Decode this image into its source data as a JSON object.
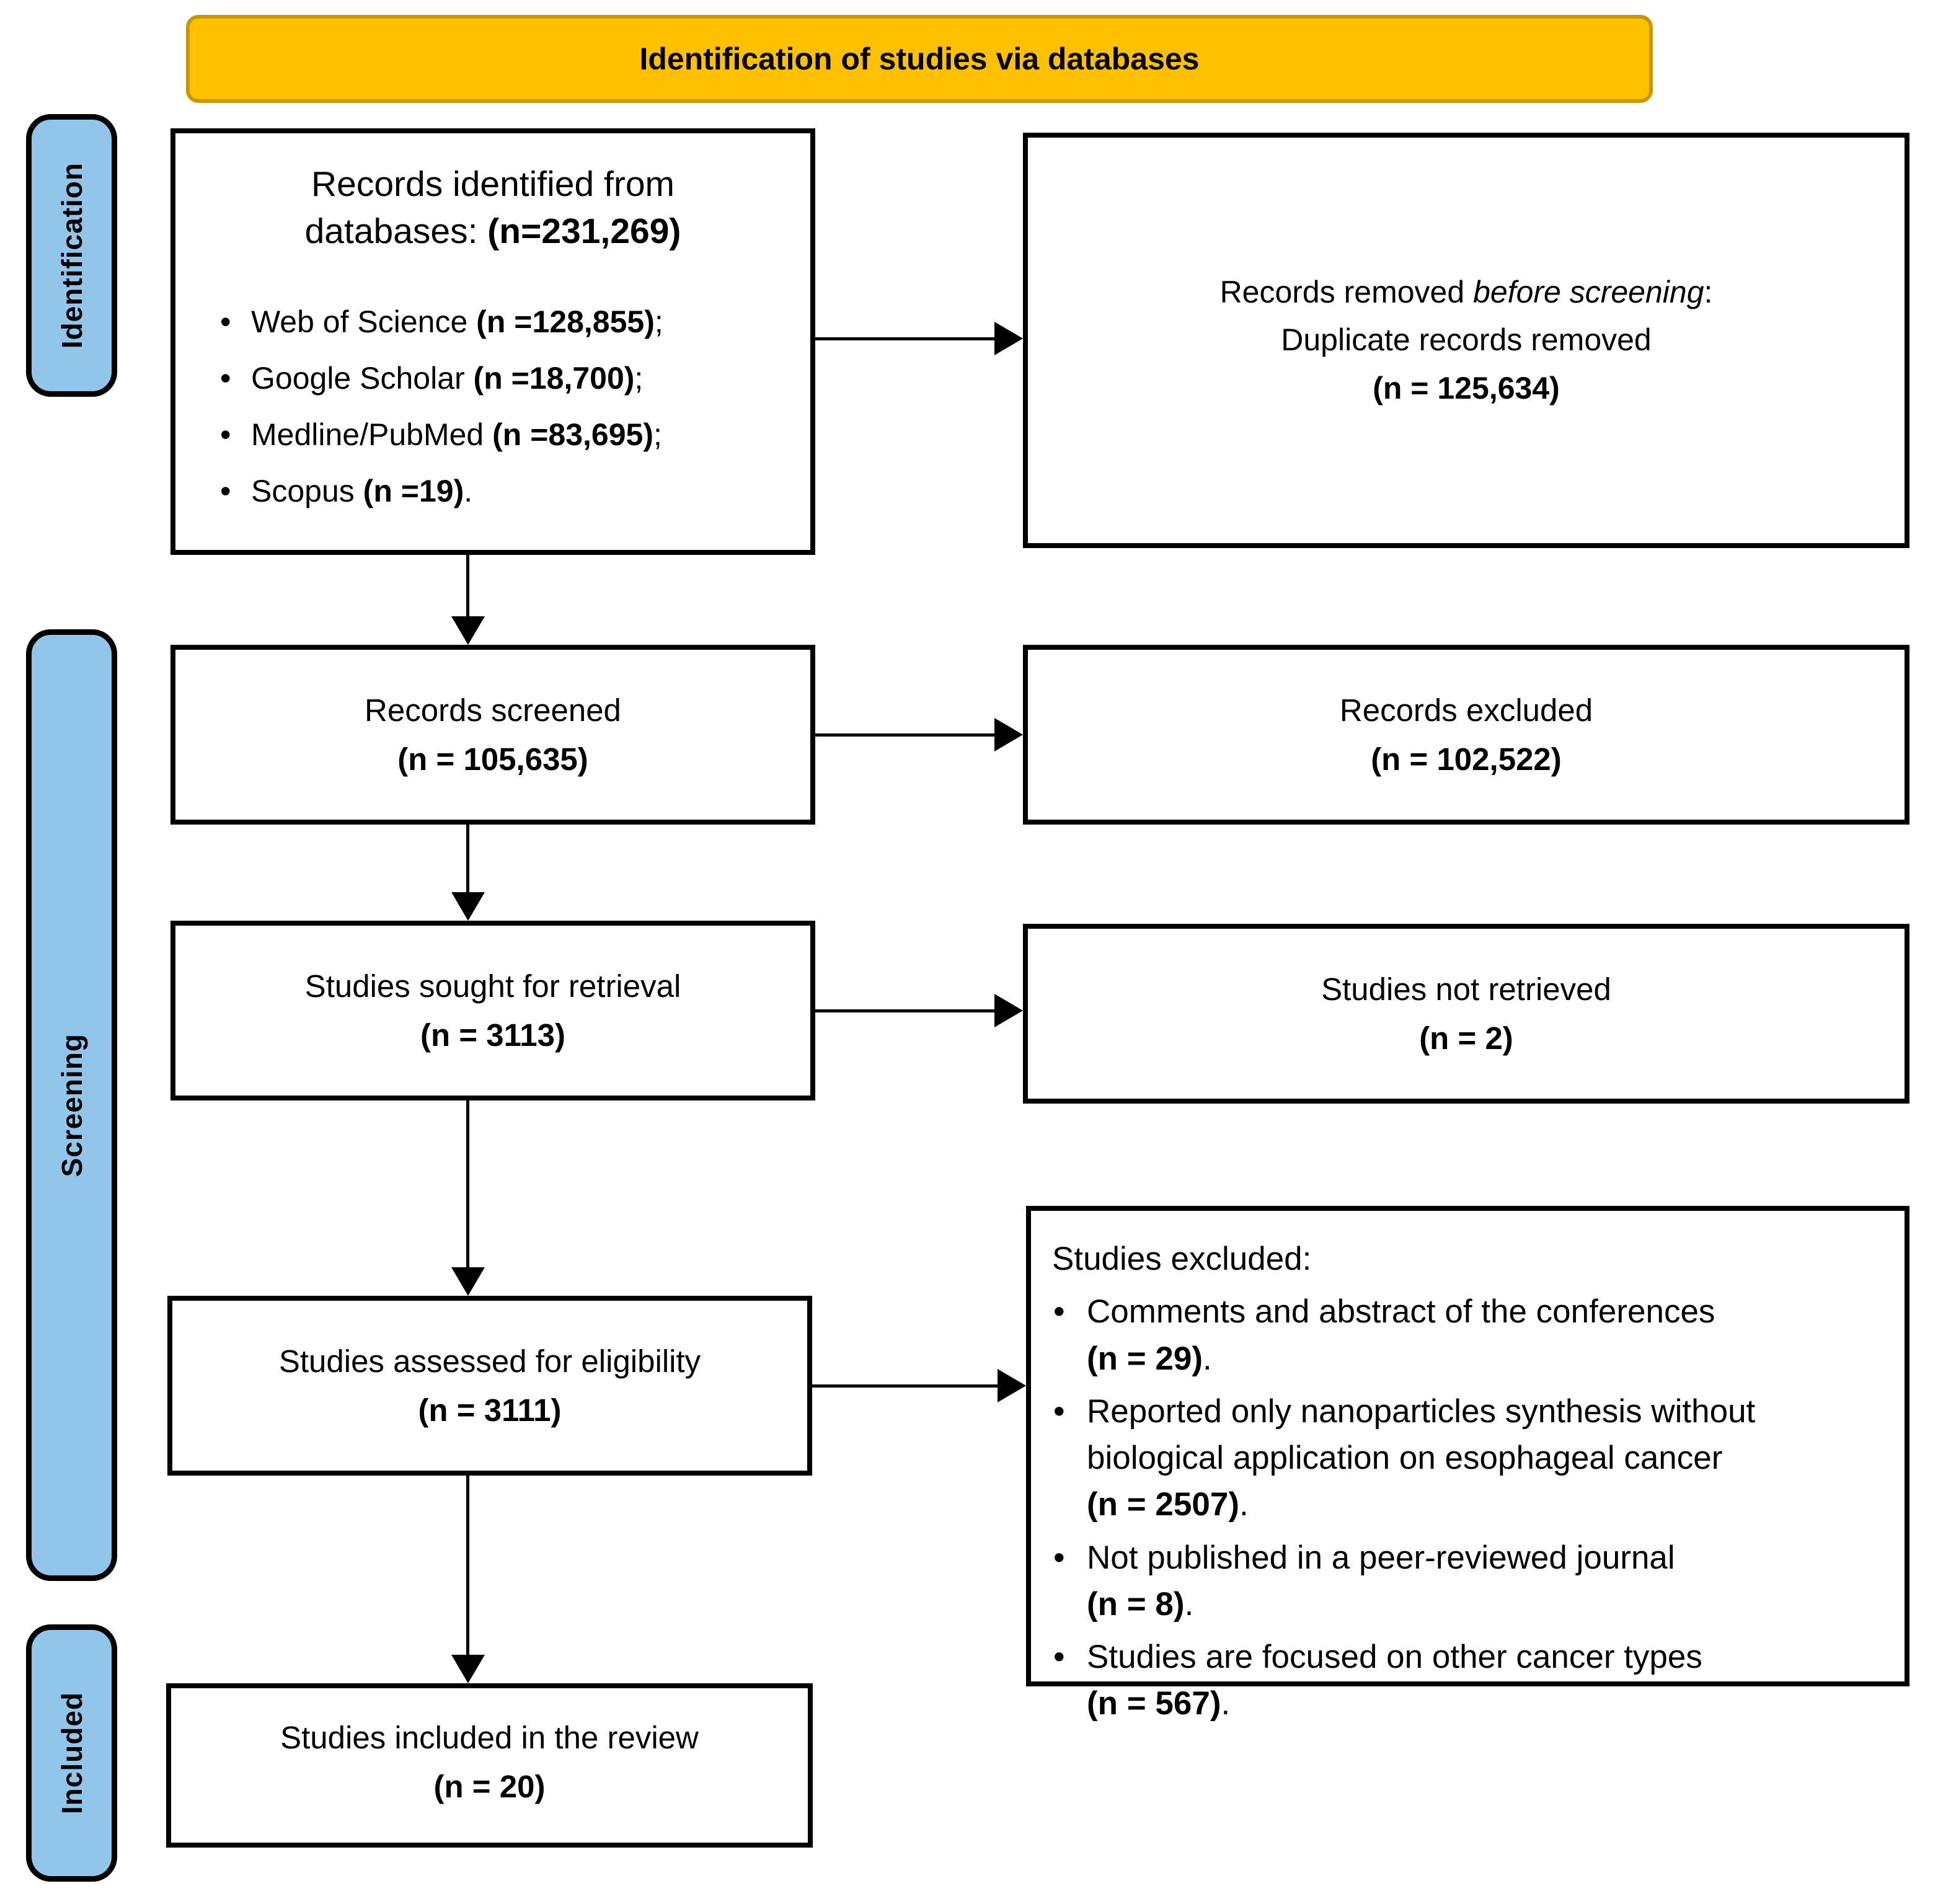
{
  "banner": {
    "label": "Identification of studies via databases"
  },
  "colors": {
    "banner_fill": "#FFC000",
    "banner_border": "#C99700",
    "sidebar_fill": "#92C5EA",
    "box_border": "#000000",
    "background": "#FFFFFF"
  },
  "sidebar": {
    "items": [
      {
        "label": "Identification"
      },
      {
        "label": "Screening"
      },
      {
        "label": "Included"
      }
    ]
  },
  "boxes": {
    "records_identified": {
      "title": [
        [
          "Records identified from",
          ""
        ],
        [
          "",
          "br"
        ],
        [
          "databases: ",
          ""
        ],
        [
          "(n=231,269)",
          "b"
        ]
      ],
      "bullets": [
        [
          [
            "Web of Science ",
            ""
          ],
          [
            "(n =128,855)",
            "b"
          ],
          [
            ";",
            ""
          ]
        ],
        [
          [
            "Google Scholar ",
            ""
          ],
          [
            "(n =18,700)",
            "b"
          ],
          [
            ";",
            ""
          ]
        ],
        [
          [
            "Medline/PubMed ",
            ""
          ],
          [
            "(n =83,695)",
            "b"
          ],
          [
            ";",
            ""
          ]
        ],
        [
          [
            "Scopus ",
            ""
          ],
          [
            "(n =19)",
            "b"
          ],
          [
            ".",
            ""
          ]
        ]
      ]
    },
    "records_removed": {
      "lines": [
        [
          "Records removed ",
          ""
        ],
        [
          "before screening",
          "i"
        ],
        [
          ":",
          ""
        ],
        [
          "",
          "br"
        ],
        [
          "Duplicate records removed",
          ""
        ],
        [
          "",
          "br"
        ],
        [
          "(n = 125,634)",
          "b"
        ]
      ]
    },
    "records_screened": {
      "lines": [
        [
          "Records screened",
          ""
        ],
        [
          "",
          "br"
        ],
        [
          "(n = 105,635)",
          "b"
        ]
      ]
    },
    "records_excluded": {
      "lines": [
        [
          "Records excluded",
          ""
        ],
        [
          "",
          "br"
        ],
        [
          "(n = 102,522)",
          "b"
        ]
      ]
    },
    "studies_sought": {
      "lines": [
        [
          "Studies sought for retrieval",
          ""
        ],
        [
          "",
          "br"
        ],
        [
          "(n = 3113)",
          "b"
        ]
      ]
    },
    "studies_not_retrieved": {
      "lines": [
        [
          "Studies not retrieved",
          ""
        ],
        [
          "",
          "br"
        ],
        [
          "(n = 2)",
          "b"
        ]
      ]
    },
    "studies_assessed": {
      "lines": [
        [
          "Studies assessed for eligibility",
          ""
        ],
        [
          "",
          "br"
        ],
        [
          "(n = 3111)",
          "b"
        ]
      ]
    },
    "studies_excluded": {
      "heading": [
        [
          "Studies excluded:",
          ""
        ]
      ],
      "bullets": [
        [
          [
            "Comments and abstract of the conferences",
            ""
          ],
          [
            "",
            "br"
          ],
          [
            "(n = 29)",
            "b"
          ],
          [
            ".",
            ""
          ]
        ],
        [
          [
            "Reported only nanoparticles synthesis without",
            ""
          ],
          [
            "",
            "br"
          ],
          [
            "biological application on esophageal cancer",
            ""
          ],
          [
            "",
            "br"
          ],
          [
            "(n = 2507)",
            "b"
          ],
          [
            ".",
            ""
          ]
        ],
        [
          [
            "Not published in a peer-reviewed journal",
            ""
          ],
          [
            "",
            "br"
          ],
          [
            "(n = 8)",
            "b"
          ],
          [
            ".",
            ""
          ]
        ],
        [
          [
            "Studies are focused on other cancer types",
            ""
          ],
          [
            "",
            "br"
          ],
          [
            "(n = 567)",
            "b"
          ],
          [
            ".",
            ""
          ]
        ]
      ]
    },
    "studies_included": {
      "lines": [
        [
          "Studies included in the review",
          ""
        ],
        [
          "",
          "br"
        ],
        [
          "(n = 20)",
          "b"
        ]
      ]
    }
  }
}
